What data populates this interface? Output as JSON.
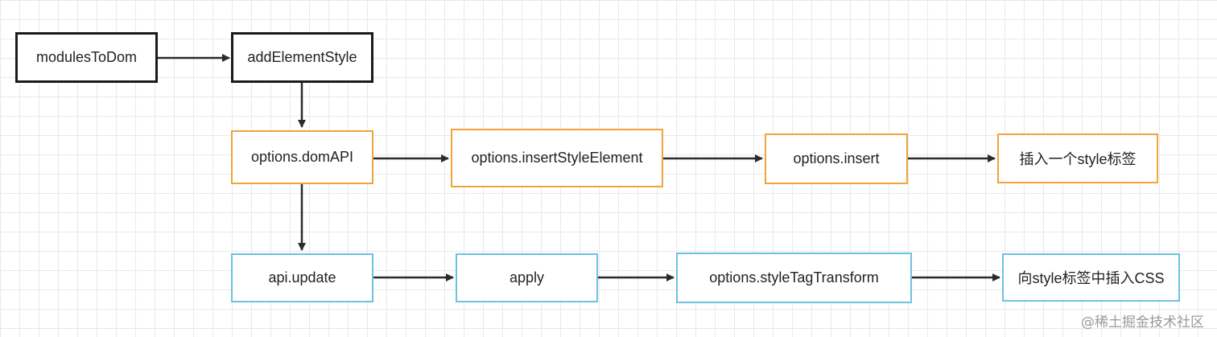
{
  "diagram": {
    "nodes": [
      {
        "id": "modulesToDom",
        "label": "modulesToDom",
        "color": "black"
      },
      {
        "id": "addElementStyle",
        "label": "addElementStyle",
        "color": "black"
      },
      {
        "id": "domAPI",
        "label": "options.domAPI",
        "color": "orange"
      },
      {
        "id": "insertStyleElement",
        "label": "options.insertStyleElement",
        "color": "orange"
      },
      {
        "id": "insert",
        "label": "options.insert",
        "color": "orange"
      },
      {
        "id": "insertTag",
        "label": "插入一个style标签",
        "color": "orange"
      },
      {
        "id": "apiUpdate",
        "label": "api.update",
        "color": "blue"
      },
      {
        "id": "apply",
        "label": "apply",
        "color": "blue"
      },
      {
        "id": "styleTagTransform",
        "label": "options.styleTagTransform",
        "color": "blue"
      },
      {
        "id": "insertCss",
        "label": "向style标签中插入CSS",
        "color": "blue"
      }
    ],
    "edges": [
      {
        "from": "modulesToDom",
        "to": "addElementStyle"
      },
      {
        "from": "addElementStyle",
        "to": "domAPI"
      },
      {
        "from": "domAPI",
        "to": "insertStyleElement"
      },
      {
        "from": "insertStyleElement",
        "to": "insert"
      },
      {
        "from": "insert",
        "to": "insertTag"
      },
      {
        "from": "domAPI",
        "to": "apiUpdate"
      },
      {
        "from": "apiUpdate",
        "to": "apply"
      },
      {
        "from": "apply",
        "to": "styleTagTransform"
      },
      {
        "from": "styleTagTransform",
        "to": "insertCss"
      }
    ]
  },
  "watermark": "@稀土掘金技术社区"
}
